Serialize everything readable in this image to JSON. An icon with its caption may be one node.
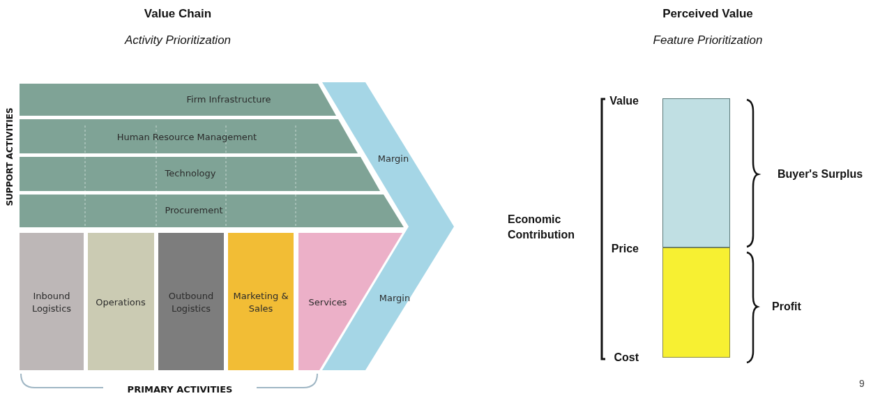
{
  "diagram": {
    "nodes": [
      {
        "text": [
          "Firm Infrastructure"
        ]
      },
      {
        "text": [
          "Human Resource Management"
        ]
      },
      {
        "text": [
          "Technology"
        ]
      },
      {
        "text": [
          "Procurement"
        ]
      },
      {
        "text": [
          "Inbound Logistics"
        ]
      },
      {
        "text": [
          "Operations"
        ]
      },
      {
        "text": [
          "Outbound Logistics"
        ]
      },
      {
        "text": [
          "Marketing & Sales"
        ]
      },
      {
        "text": [
          "Services"
        ]
      },
      {
        "text": [
          "Margin",
          "Margin"
        ]
      },
      {
        "text": [],
        "shape": "bar"
      },
      {
        "text": [],
        "shape": "bar"
      }
    ],
    "edges": [],
    "labels": [
      "Value Chain",
      "Activity Prioritization",
      "Perceived Value",
      "Feature Prioritization",
      "SUPPORT ACTIVITIES",
      "PRIMARY ACTIVITIES",
      "Value",
      "Economic Contribution",
      "Buyer's Surplus",
      "Price",
      "Profit",
      "Cost",
      "9"
    ]
  }
}
